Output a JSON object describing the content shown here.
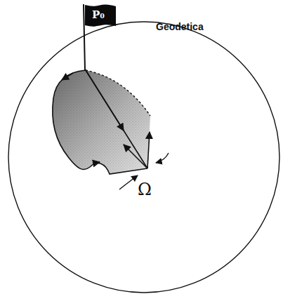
{
  "diagram": {
    "nodes": [
      {
        "text": [
          "P₀"
        ]
      }
    ],
    "labels": [
      "Geodetica",
      "Ω"
    ]
  }
}
